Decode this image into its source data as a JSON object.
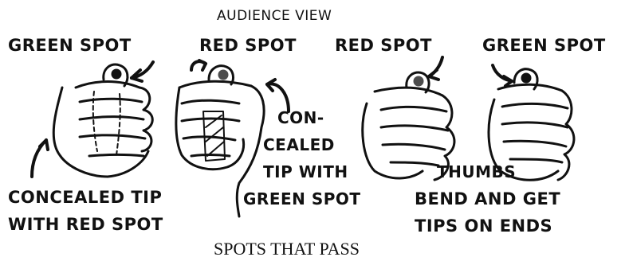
{
  "header": {
    "view_label": "AUDIENCE VIEW"
  },
  "labels": {
    "green_spot_1": "GREEN SPOT",
    "red_spot_1": "RED SPOT",
    "red_spot_2": "RED SPOT",
    "green_spot_2": "GREEN SPOT",
    "concealed_tip_green_line1": "CON-",
    "concealed_tip_green_line2": "CEALED",
    "concealed_tip_green_line3": "TIP WITH",
    "concealed_tip_green_line4": "GREEN SPOT",
    "concealed_tip_red_line1": "CONCEALED TIP",
    "concealed_tip_red_line2": "WITH RED SPOT",
    "thumbs_line1": "THUMBS",
    "thumbs_line2": "BEND AND GET",
    "thumbs_line3": "TIPS ON ENDS"
  },
  "caption": "SPOTS THAT PASS",
  "colors": {
    "ink": "#111111",
    "background": "#ffffff"
  }
}
